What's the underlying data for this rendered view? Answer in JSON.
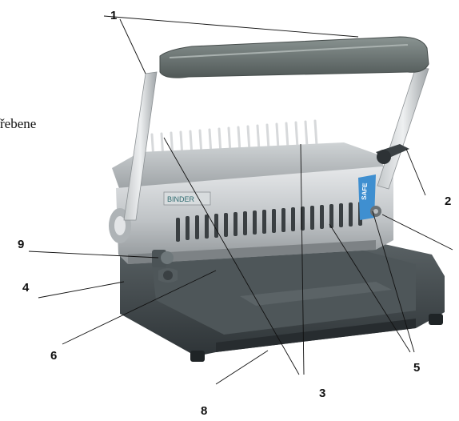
{
  "fragment_text": "řebene",
  "callouts": [
    {
      "id": "1",
      "text": "1"
    },
    {
      "id": "2",
      "text": "2"
    },
    {
      "id": "3",
      "text": "3"
    },
    {
      "id": "4",
      "text": "4"
    },
    {
      "id": "5",
      "text": "5"
    },
    {
      "id": "6",
      "text": "6"
    },
    {
      "id": "8",
      "text": "8"
    },
    {
      "id": "9",
      "text": "9"
    }
  ],
  "device": {
    "panel_brand": "BINDER",
    "side_badge": "SAFE"
  },
  "colors": {
    "handle": "#6d7775",
    "handle_dark": "#4a5250",
    "silver": "#c9ccce",
    "base": "#3f4649",
    "base_dark": "#2a3033",
    "accent_blue": "#3f8fd0"
  }
}
